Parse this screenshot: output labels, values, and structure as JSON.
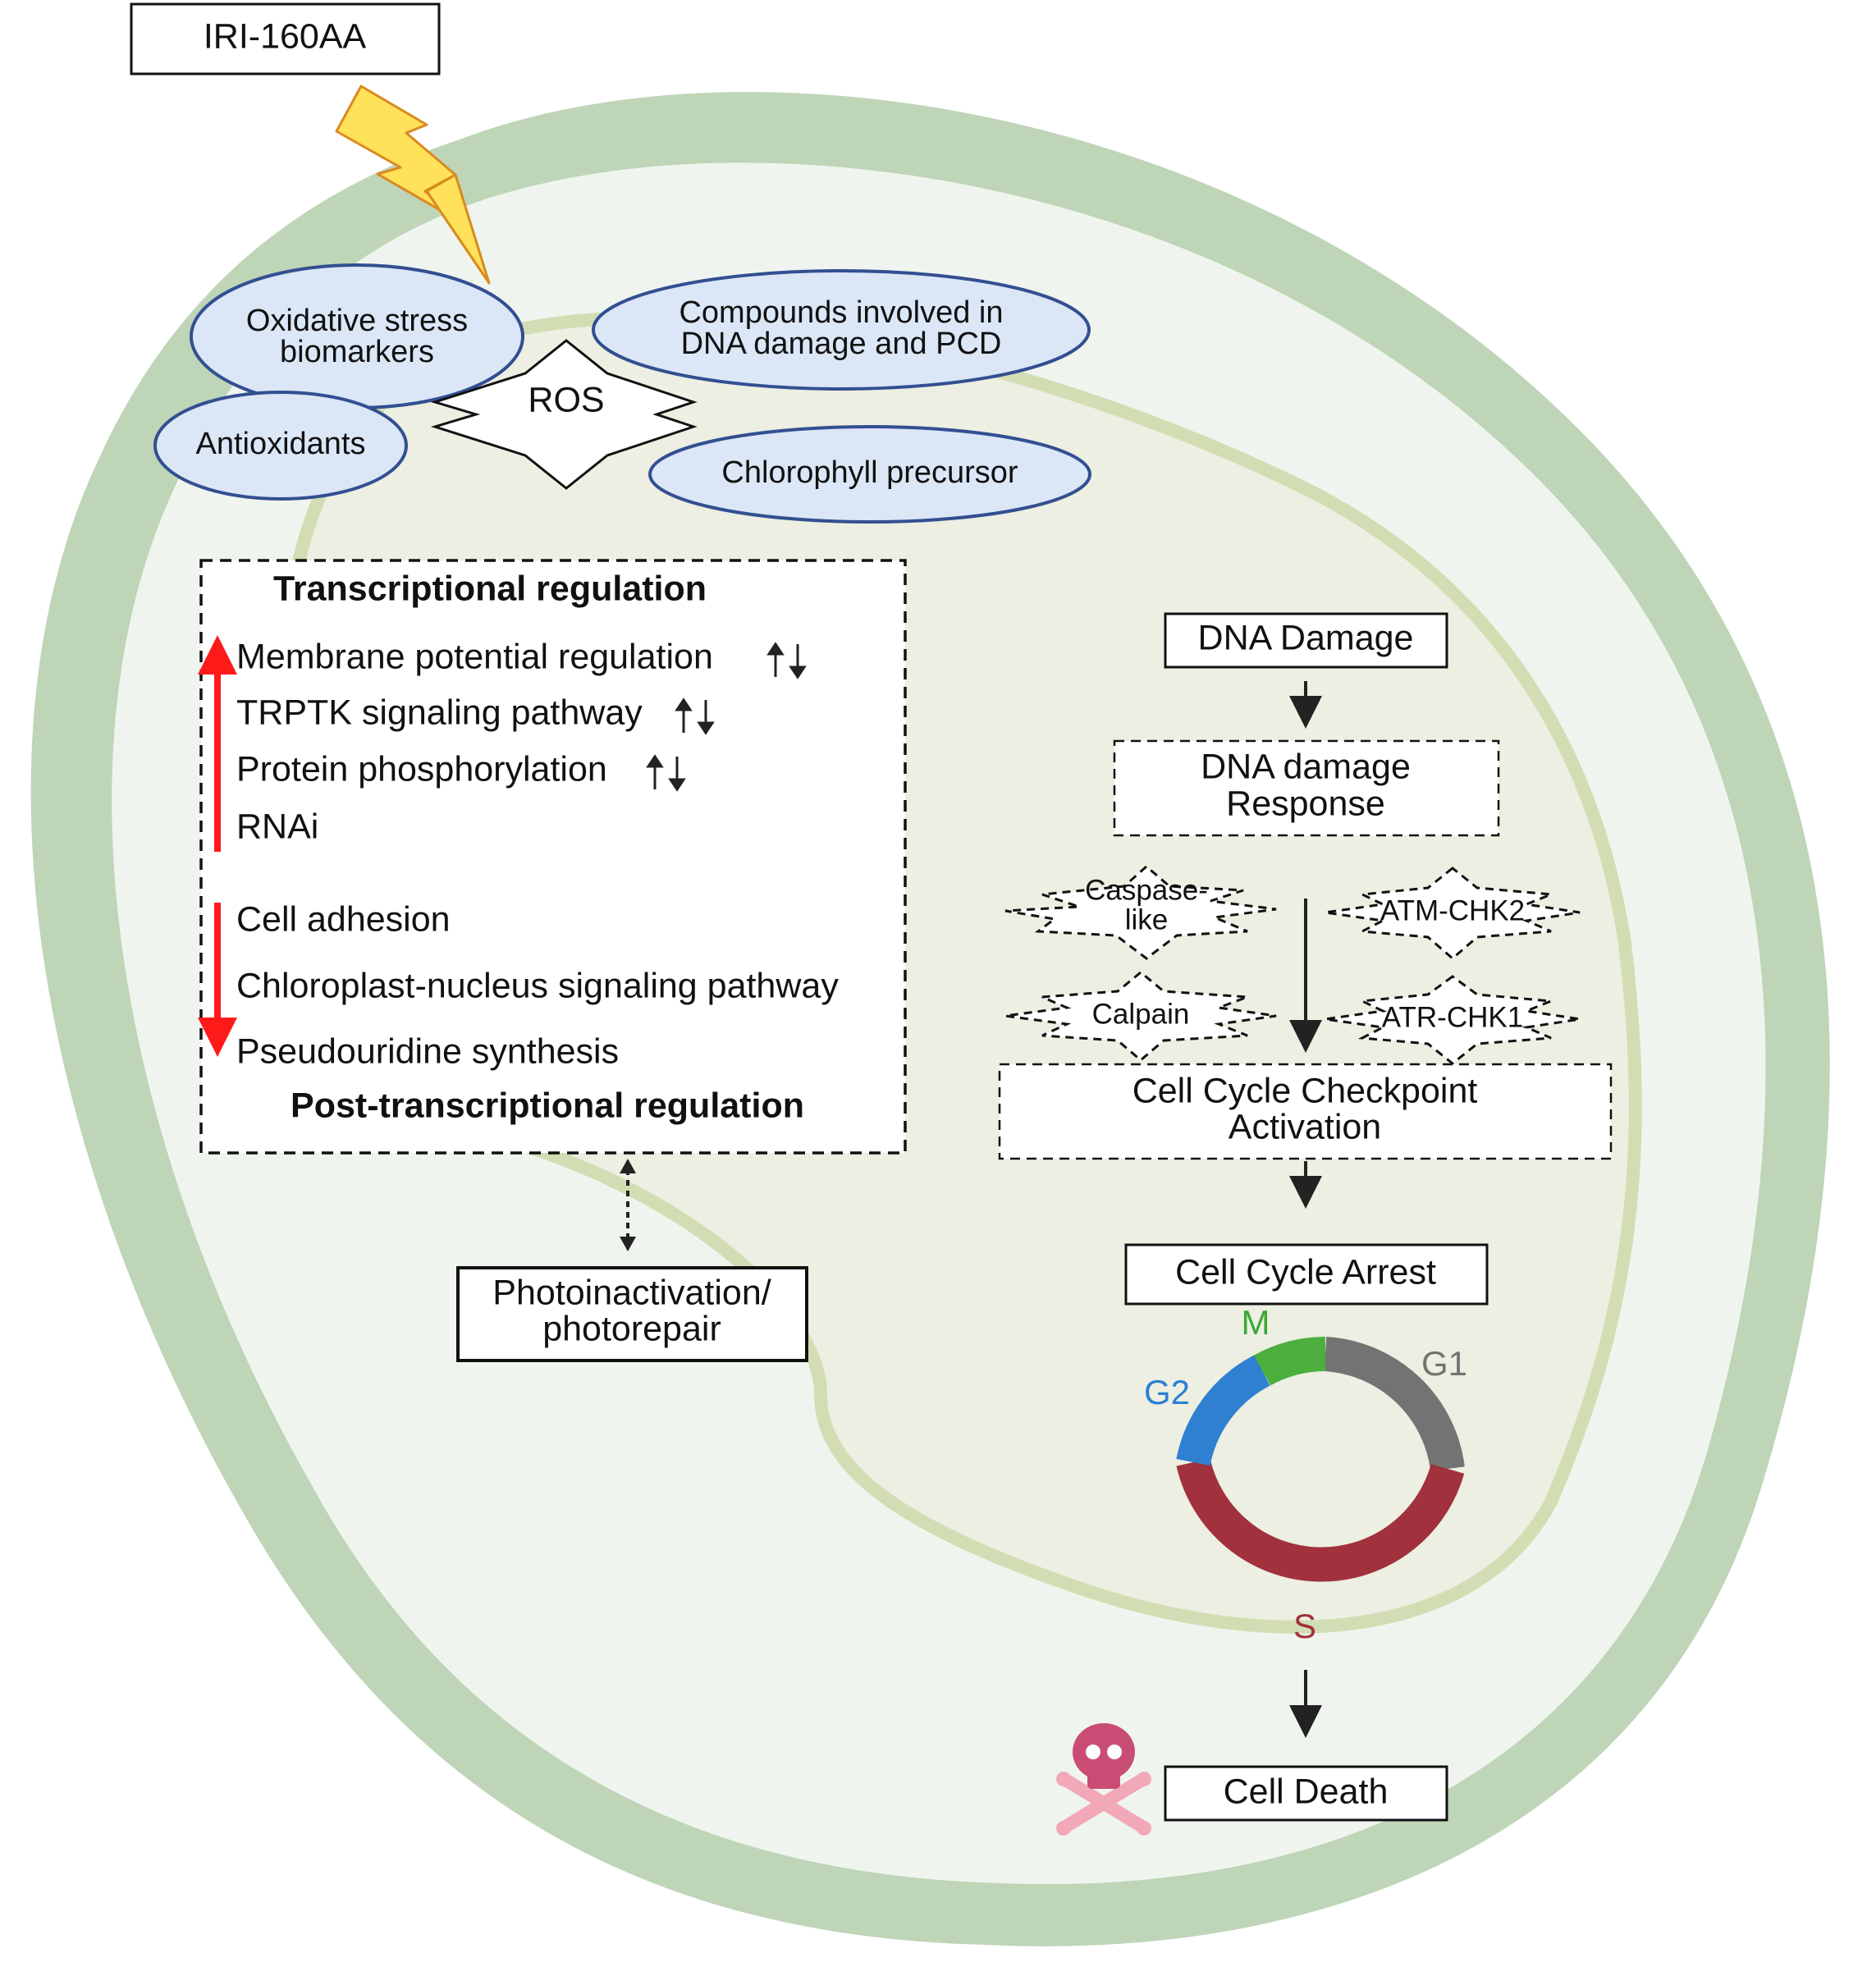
{
  "compound": {
    "label": "IRI-160AA"
  },
  "ros": {
    "label": "ROS"
  },
  "ellipses": {
    "oxidative_stress": {
      "line1": "Oxidative stress",
      "line2": "biomarkers"
    },
    "antioxidants": "Antioxidants",
    "dna_compounds": {
      "line1": "Compounds involved in",
      "line2": "DNA damage and PCD"
    },
    "chlorophyll": "Chlorophyll precursor"
  },
  "regulation": {
    "heading_top": "Transcriptional regulation",
    "heading_bottom": "Post-transcriptional regulation",
    "items": [
      "Membrane potential regulation",
      "TRPTK signaling pathway",
      "Protein phosphorylation",
      "RNAi",
      "Cell adhesion",
      "Chloroplast-nucleus signaling pathway",
      "Pseudouridine synthesis"
    ]
  },
  "photo": {
    "line1": "Photoinactivation/",
    "line2": "photorepair"
  },
  "pathway": {
    "dna_damage": "DNA Damage",
    "dna_response": {
      "line1": "DNA damage",
      "line2": "Response"
    },
    "enzymes": {
      "caspase": {
        "line1": "Caspase-",
        "line2": "like"
      },
      "atm_chk2": "ATM-CHK2",
      "calpain": "Calpain",
      "atr_chk1": "ATR-CHK1"
    },
    "checkpoint": {
      "line1": "Cell Cycle Checkpoint",
      "line2": "Activation"
    },
    "arrest": "Cell Cycle Arrest",
    "death": "Cell Death"
  },
  "cycle": {
    "phases": {
      "M": {
        "label": "M",
        "color": "#4cae3c"
      },
      "G1": {
        "label": "G1",
        "color": "#737373"
      },
      "S": {
        "label": "S",
        "color": "#a1313c"
      },
      "G2": {
        "label": "G2",
        "color": "#2f80d1"
      }
    }
  },
  "colors": {
    "cell_wall": "#bed5b7",
    "cytoplasm": "#eff5ee",
    "chloroplast": "#ecefe1",
    "ellipse_fill": "#dbe7f6",
    "ellipse_stroke": "#334f92",
    "regulation_arrow": "#ff1a1a",
    "skull": "#c94c74",
    "crossbones": "#f2a8b8"
  },
  "icons": [
    "lightning-icon",
    "up-down-arrows-icon",
    "skull-crossbones-icon"
  ]
}
